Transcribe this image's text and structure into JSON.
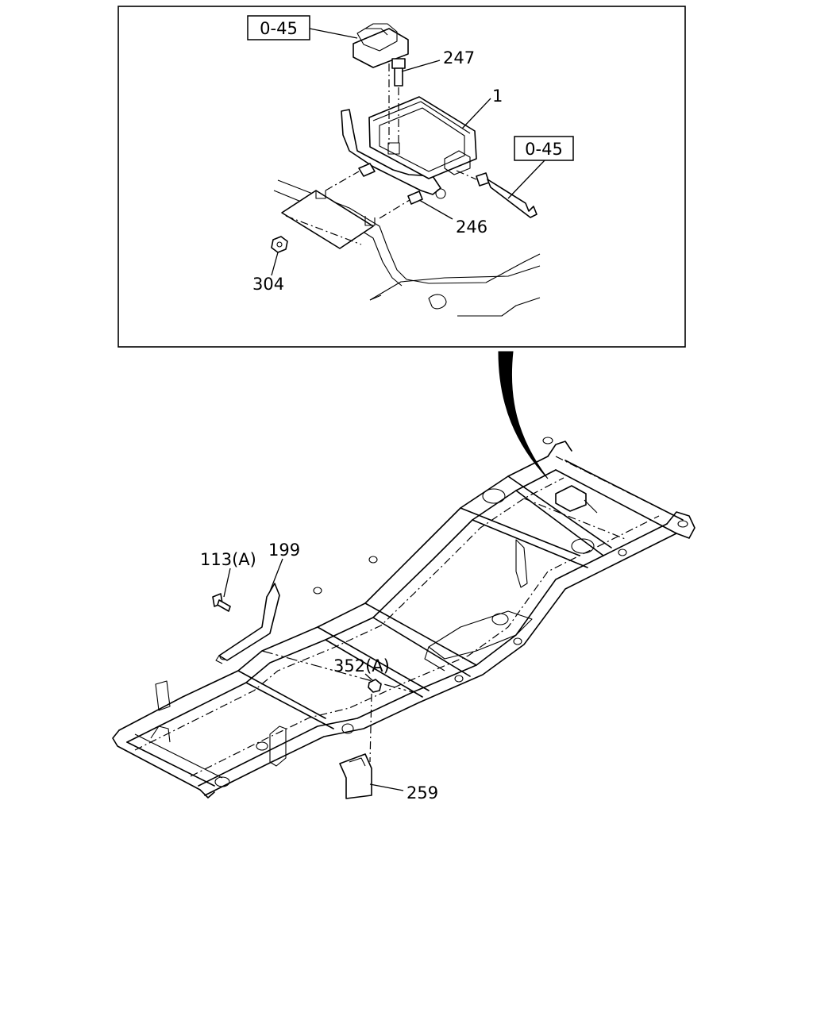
{
  "detail_view": {
    "ref_top": "0-45",
    "ref_right": "0-45",
    "parts": {
      "p247": "247",
      "p1": "1",
      "p246": "246",
      "p304": "304"
    }
  },
  "frame_view": {
    "parts": {
      "p113": "113(A)",
      "p199": "199",
      "p352": "352(A)",
      "p259": "259"
    }
  },
  "icons": [
    "detail-callout-arrow-icon"
  ]
}
